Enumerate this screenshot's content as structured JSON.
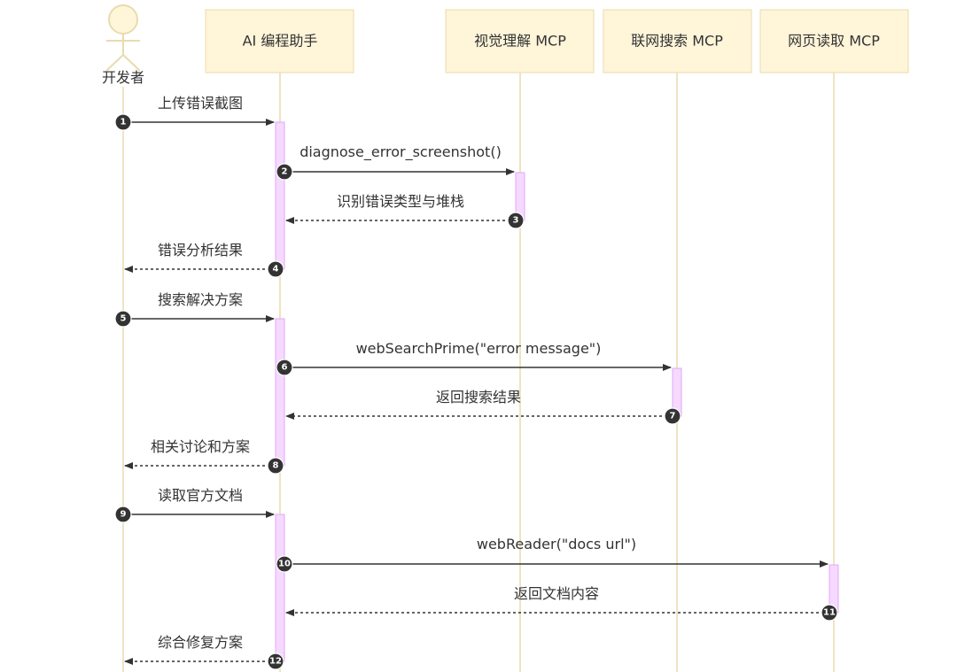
{
  "diagram": {
    "actor": {
      "id": "dev",
      "label": "开发者"
    },
    "participants": [
      {
        "id": "ai",
        "label": "AI 编程助手"
      },
      {
        "id": "vision",
        "label": "视觉理解 MCP"
      },
      {
        "id": "search",
        "label": "联网搜索 MCP"
      },
      {
        "id": "reader",
        "label": "网页读取 MCP"
      }
    ],
    "messages": [
      {
        "seq": "1",
        "from": "dev",
        "to": "ai",
        "label": "上传错误截图",
        "style": "solid"
      },
      {
        "seq": "2",
        "from": "ai",
        "to": "vision",
        "label": "diagnose_error_screenshot()",
        "style": "solid"
      },
      {
        "seq": "3",
        "from": "vision",
        "to": "ai",
        "label": "识别错误类型与堆栈",
        "style": "dashed"
      },
      {
        "seq": "4",
        "from": "ai",
        "to": "dev",
        "label": "错误分析结果",
        "style": "dashed"
      },
      {
        "seq": "5",
        "from": "dev",
        "to": "ai",
        "label": "搜索解决方案",
        "style": "solid"
      },
      {
        "seq": "6",
        "from": "ai",
        "to": "search",
        "label": "webSearchPrime(\"error message\")",
        "style": "solid"
      },
      {
        "seq": "7",
        "from": "search",
        "to": "ai",
        "label": "返回搜索结果",
        "style": "dashed"
      },
      {
        "seq": "8",
        "from": "ai",
        "to": "dev",
        "label": "相关讨论和方案",
        "style": "dashed"
      },
      {
        "seq": "9",
        "from": "dev",
        "to": "ai",
        "label": "读取官方文档",
        "style": "solid"
      },
      {
        "seq": "10",
        "from": "ai",
        "to": "reader",
        "label": "webReader(\"docs url\")",
        "style": "solid"
      },
      {
        "seq": "11",
        "from": "reader",
        "to": "ai",
        "label": "返回文档内容",
        "style": "dashed"
      },
      {
        "seq": "12",
        "from": "ai",
        "to": "dev",
        "label": "综合修复方案",
        "style": "dashed"
      }
    ]
  }
}
